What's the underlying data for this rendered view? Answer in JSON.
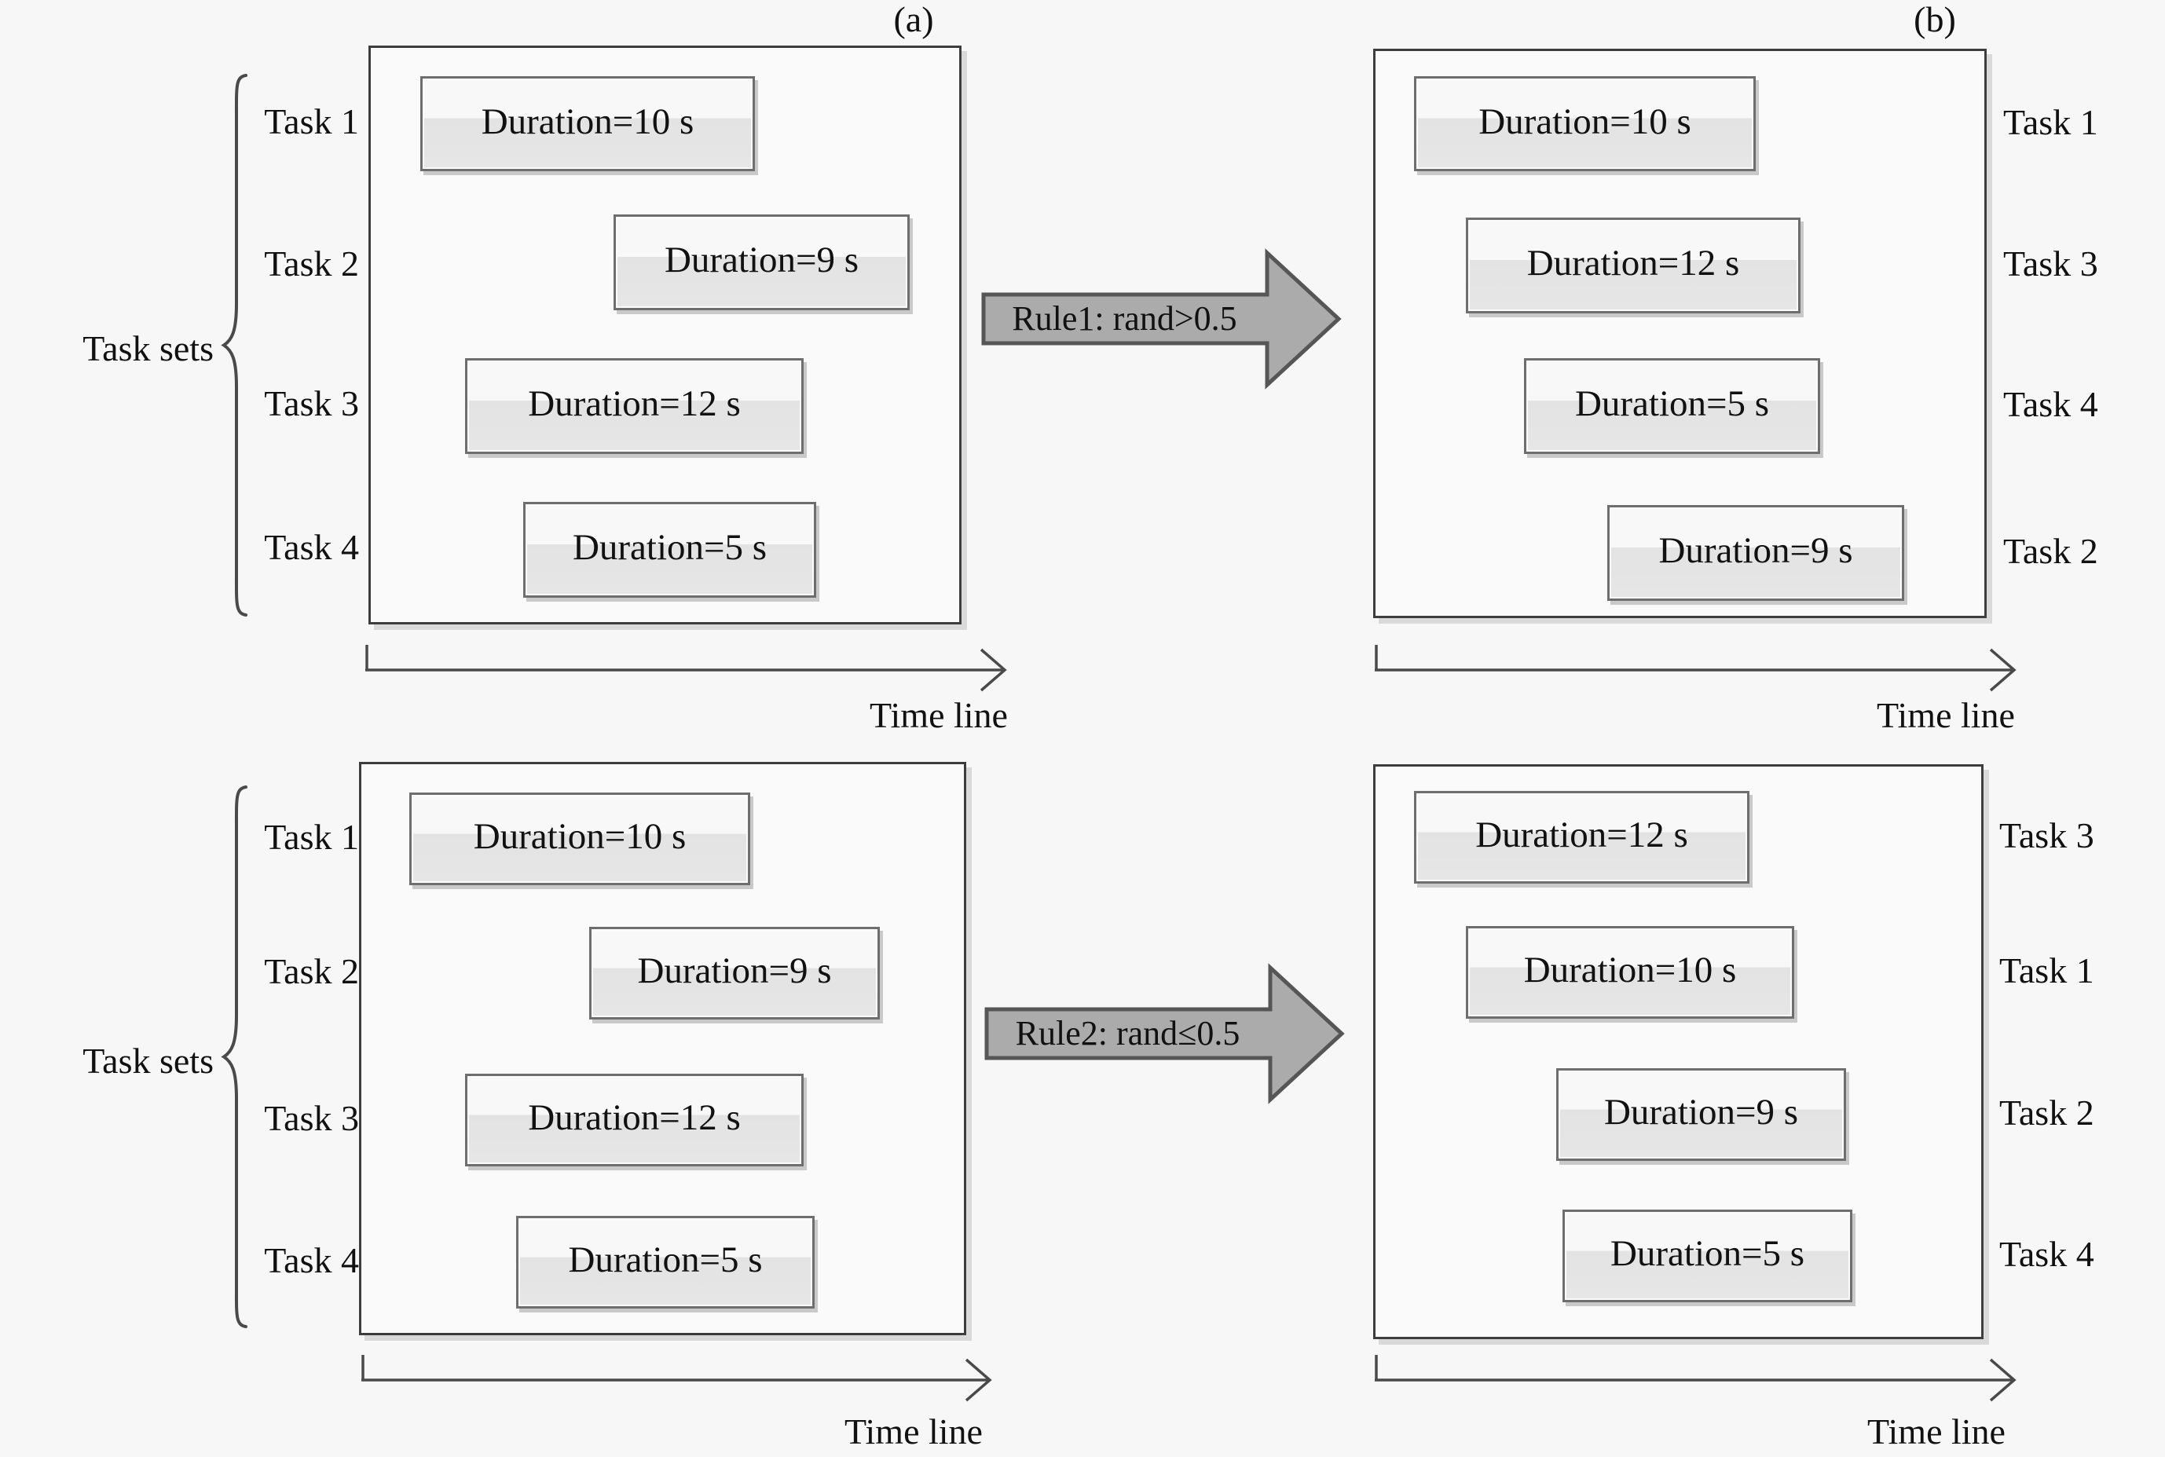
{
  "panels": {
    "label_a": "(a)",
    "label_b": "(b)"
  },
  "labels": {
    "task_sets": "Task sets",
    "time_line": "Time line"
  },
  "colors": {
    "background": "#f7f7f7",
    "arrow_fill": "#ababab",
    "arrow_border": "#565656",
    "box_border": "#3d3d3d",
    "duration_border": "#6e6e6e",
    "duration_fill_top": "#f8f8f8",
    "duration_fill_bottom": "#e3e3e3",
    "text": "#111111"
  },
  "top": {
    "rule": "Rule1: rand>0.5",
    "left": {
      "tasks": [
        "Task 1",
        "Task 2",
        "Task 3",
        "Task 4"
      ],
      "durations": [
        "Duration=10 s",
        "Duration=9 s",
        "Duration=12 s",
        "Duration=5 s"
      ]
    },
    "right": {
      "tasks": [
        "Task 1",
        "Task 3",
        "Task 4",
        "Task 2"
      ],
      "durations": [
        "Duration=10 s",
        "Duration=12 s",
        "Duration=5 s",
        "Duration=9 s"
      ]
    }
  },
  "bottom": {
    "rule": "Rule2: rand≤0.5",
    "left": {
      "tasks": [
        "Task 1",
        "Task 2",
        "Task 3",
        "Task 4"
      ],
      "durations": [
        "Duration=10 s",
        "Duration=9 s",
        "Duration=12 s",
        "Duration=5 s"
      ]
    },
    "right": {
      "tasks": [
        "Task 3",
        "Task 1",
        "Task 2",
        "Task 4"
      ],
      "durations": [
        "Duration=12 s",
        "Duration=10 s",
        "Duration=9 s",
        "Duration=5 s"
      ]
    }
  }
}
